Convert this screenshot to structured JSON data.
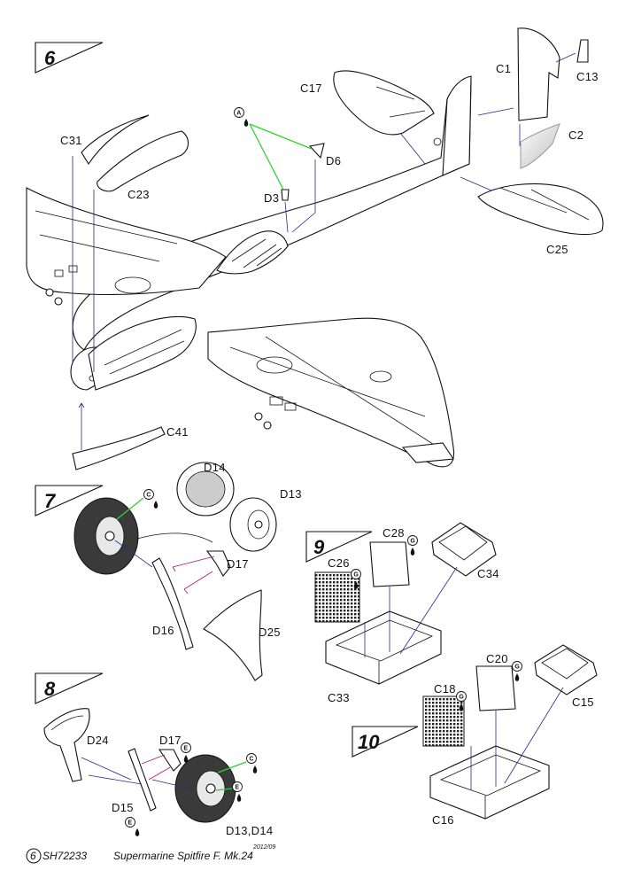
{
  "steps": {
    "s6": "6",
    "s7": "7",
    "s8": "8",
    "s9": "9",
    "s10": "10"
  },
  "labels": {
    "c1": "C1",
    "c13": "C13",
    "c17": "C17",
    "c2": "C2",
    "c25": "C25",
    "c31": "C31",
    "c23": "C23",
    "d6": "D6",
    "d3": "D3",
    "c41": "C41",
    "d14": "D14",
    "d13": "D13",
    "d17_7": "D17",
    "d16": "D16",
    "d25": "D25",
    "c28": "C28",
    "c26": "C26",
    "c34": "C34",
    "c33": "C33",
    "c20": "C20",
    "c18": "C18",
    "c15": "C15",
    "c16": "C16",
    "d24": "D24",
    "d17_8": "D17",
    "d15": "D15",
    "d13d14": "D13,D14"
  },
  "icons": {
    "a": "A",
    "g": "G",
    "e": "E",
    "c": "C"
  },
  "footer": {
    "page": "6",
    "code": "SH72233",
    "title": "Supermarine Spitfire F. Mk.24",
    "date": "2012/09"
  },
  "colors": {
    "guide": "#2a2a8a",
    "green": "#2fd22f",
    "magenta": "#b0147a",
    "tire": "#3a3a3a",
    "gray": "#cccccc"
  }
}
